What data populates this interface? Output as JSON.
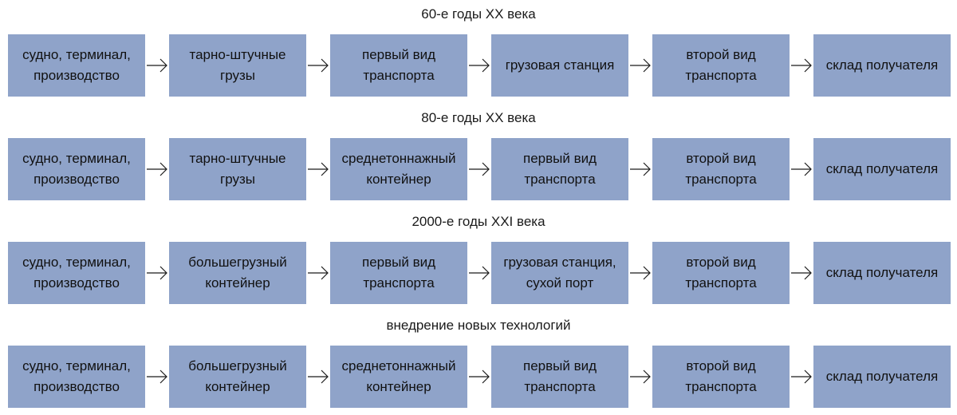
{
  "sections": [
    {
      "title": "60-е годы XX века",
      "boxes": [
        "судно, терминал,\nпроизводство",
        "тарно-штучные\nгрузы",
        "первый вид\nтранспорта",
        "грузовая станция",
        "второй вид\nтранспорта",
        "склад получателя"
      ]
    },
    {
      "title": "80-е годы XX века",
      "boxes": [
        "судно, терминал,\nпроизводство",
        "тарно-штучные\nгрузы",
        "среднетоннажный\nконтейнер",
        "первый вид\nтранспорта",
        "второй вид\nтранспорта",
        "склад получателя"
      ]
    },
    {
      "title": "2000-е годы XXI века",
      "boxes": [
        "судно, терминал,\nпроизводство",
        "большегрузный\nконтейнер",
        "первый вид\nтранспорта",
        "грузовая станция,\nсухой порт",
        "второй вид\nтранспорта",
        "склад получателя"
      ]
    },
    {
      "title": "внедрение новых технологий",
      "boxes": [
        "судно, терминал,\nпроизводство",
        "большегрузный\nконтейнер",
        "среднетоннажный\nконтейнер",
        "первый вид\nтранспорта",
        "второй вид\nтранспорта",
        "склад получателя"
      ]
    }
  ],
  "colors": {
    "box_fill": "#8fa3c9",
    "arrow": "#1a1a1a"
  }
}
